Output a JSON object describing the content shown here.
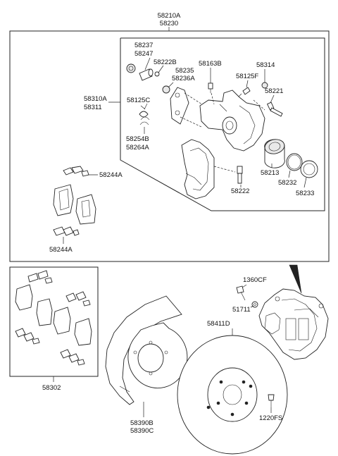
{
  "labels": {
    "assy_a": "58210A",
    "assy_b": "58230",
    "p58237": "58237",
    "p58247": "58247",
    "p58222B": "58222B",
    "p58235": "58235",
    "p58236A": "58236A",
    "p58163B": "58163B",
    "p58125F": "58125F",
    "p58314": "58314",
    "p58221": "58221",
    "p58310A": "58310A",
    "p58311": "58311",
    "p58125C": "58125C",
    "p58254B": "58254B",
    "p58264A": "58264A",
    "p58213": "58213",
    "p58232": "58232",
    "p58233": "58233",
    "p58222": "58222",
    "p58244A_top": "58244A",
    "p58244A_bot": "58244A",
    "p58302": "58302",
    "p1360CF": "1360CF",
    "p51711": "51711",
    "p58411D": "58411D",
    "p58390B": "58390B",
    "p58390C": "58390C",
    "p1220FS": "1220FS"
  }
}
